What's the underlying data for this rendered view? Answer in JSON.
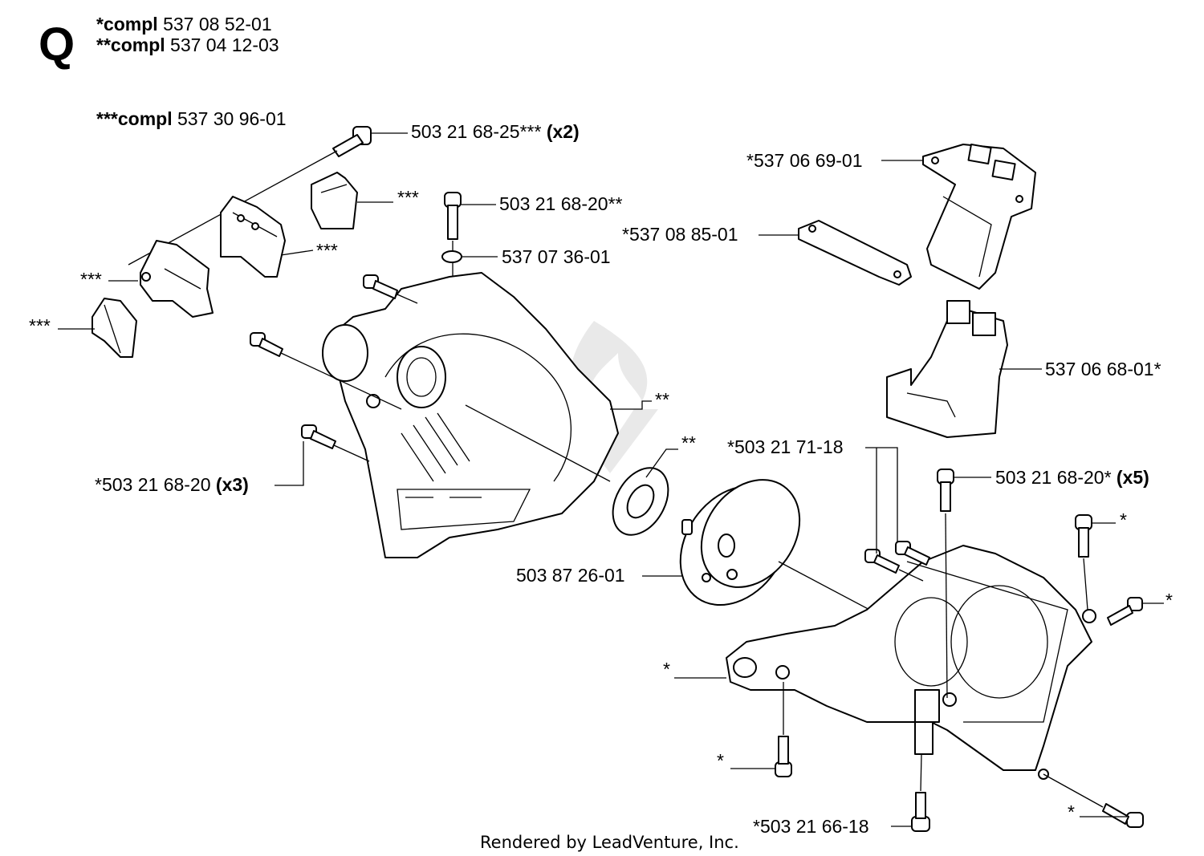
{
  "section_letter": "Q",
  "kits": [
    {
      "prefix": "*compl",
      "number": "537 08 52-01"
    },
    {
      "prefix": "**compl",
      "number": "537 04 12-03"
    },
    {
      "prefix": "***compl",
      "number": "537 30 96-01"
    }
  ],
  "callouts": {
    "screw_25": {
      "number": "503 21 68-25***",
      "qty": "(x2)"
    },
    "screw_20_top": {
      "number": "503 21 68-20**"
    },
    "ring": {
      "number": "537 07 36-01"
    },
    "cover_top": {
      "number": "*537 06 69-01"
    },
    "plate": {
      "number": "*537 08 85-01"
    },
    "bracket": {
      "number": "537 06 68-01*"
    },
    "screw_20_x3": {
      "number": "*503 21 68-20",
      "qty": "(x3)"
    },
    "screw_7118": {
      "number": "*503 21 71-18"
    },
    "screw_20_x5": {
      "number": "503 21 68-20*",
      "qty": "(x5)"
    },
    "flywheel": {
      "number": "503 87 26-01"
    },
    "screw_6618": {
      "number": "*503 21 66-18"
    },
    "marks": {
      "m1": "***",
      "m2": "***",
      "m3": "***",
      "m4": "***",
      "m5": "**",
      "m6": "**",
      "m7": "*",
      "m8": "*",
      "m9": "*",
      "m10": "*",
      "m11": "*"
    }
  },
  "footer": "Rendered by LeadVenture, Inc."
}
